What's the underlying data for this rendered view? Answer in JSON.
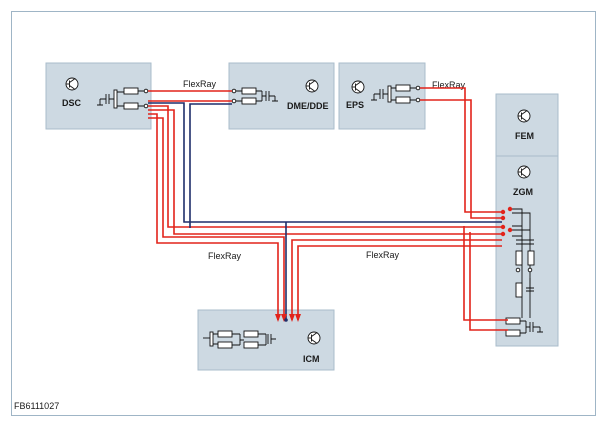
{
  "components": {
    "dsc": "DSC",
    "dme": "DME/DDE",
    "eps": "EPS",
    "fem": "FEM",
    "zgm": "ZGM",
    "icm": "ICM"
  },
  "bus_labels": {
    "top_left": "FlexRay",
    "top_right": "FlexRay",
    "bottom_left": "FlexRay",
    "bottom_right": "FlexRay"
  },
  "figure_id": "FB6111027",
  "colors": {
    "bus_red": "#e2231a",
    "bus_navy": "#1f2f6b",
    "box_fill": "#cdd9e2"
  }
}
